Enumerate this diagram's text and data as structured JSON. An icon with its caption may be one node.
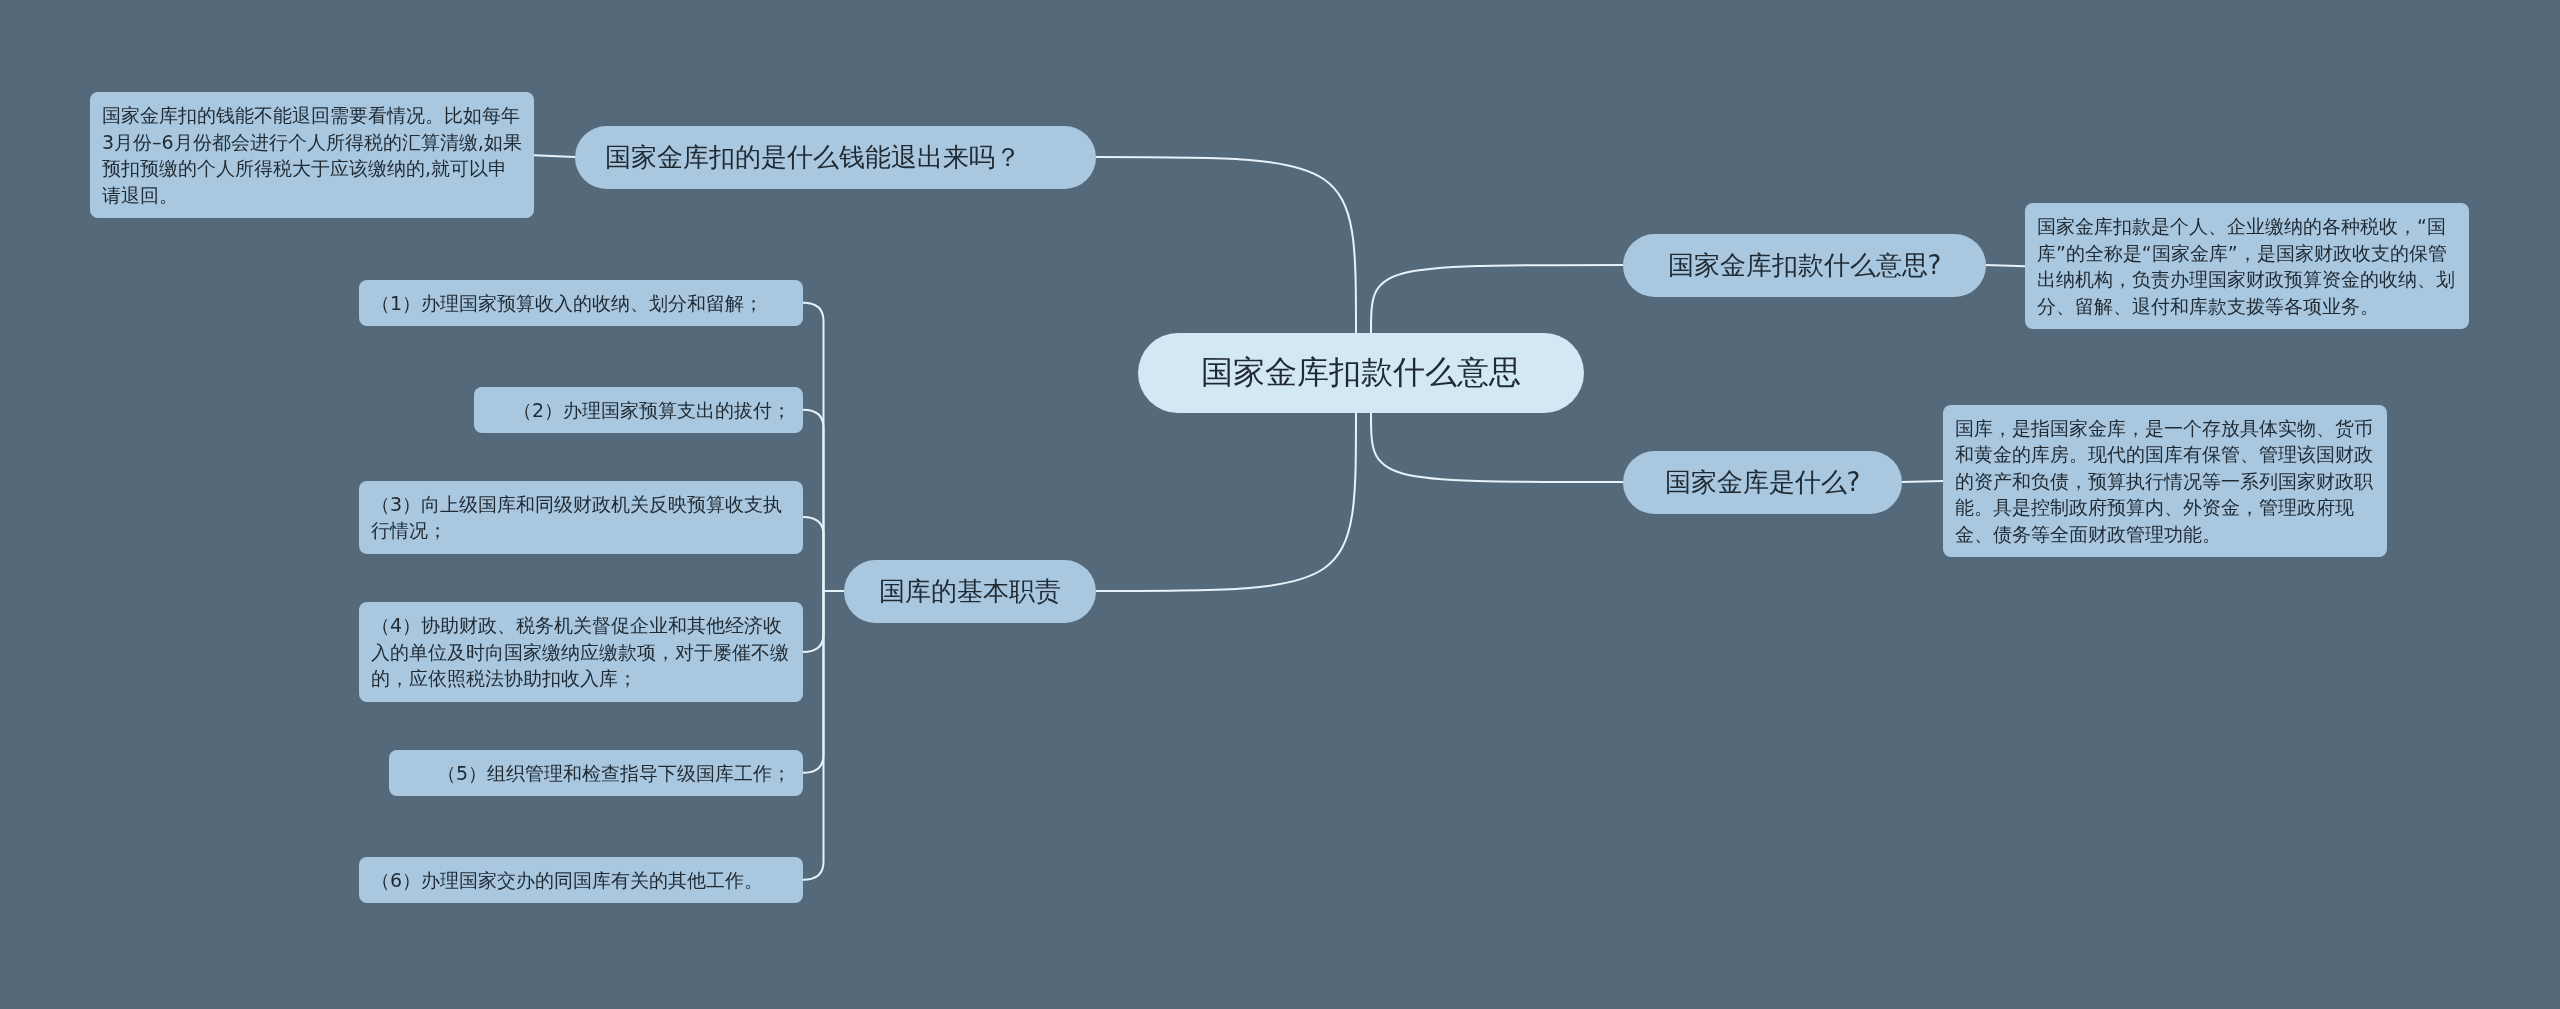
{
  "diagram": {
    "nodes": [
      {
        "text": [
          "国家金库扣款什么意思"
        ]
      },
      {
        "text": [
          "国家金库扣的是什么钱能退出来吗？"
        ]
      },
      {
        "text": [
          "国家金库扣的钱能不能退回需要看情况。比如每年3月份–6月份都会进行个人所得税的汇算清缴,如果预扣预缴的个人所得税大于应该缴纳的,就可以申请退回。"
        ]
      },
      {
        "text": [
          "国家金库扣款什么意思?"
        ]
      },
      {
        "text": [
          "国家金库扣款是个人、企业缴纳的各种税收，“国库”的全称是“国家金库”，是国家财政收支的保管出纳机构，负责办理国家财政预算资金的收纳、划分、留解、退付和库款支拨等各项业务。"
        ]
      },
      {
        "text": [
          "国家金库是什么?"
        ]
      },
      {
        "text": [
          "国库，是指国家金库，是一个存放具体实物、货币和黄金的库房。现代的国库有保管、管理该国财政的资产和负债，预算执行情况等一系列国家财政职能。具是控制政府预算内、外资金，管理政府现金、债务等全面财政管理功能。"
        ]
      },
      {
        "text": [
          "国库的基本职责"
        ]
      },
      {
        "text": [
          "（1）办理国家预算收入的收纳、划分和留解；"
        ]
      },
      {
        "text": [
          "（2）办理国家预算支出的拔付；"
        ]
      },
      {
        "text": [
          "（3）向上级国库和同级财政机关反映预算收支执行情况；"
        ]
      },
      {
        "text": [
          "（4）协助财政、税务机关督促企业和其他经济收入的单位及时向国家缴纳应缴款项，对于屡催不缴的，应依照税法协助扣收入库；"
        ]
      },
      {
        "text": [
          "（5）组织管理和检查指导下级国库工作；"
        ]
      },
      {
        "text": [
          "（6）办理国家交办的同国库有关的其他工作。"
        ]
      }
    ],
    "edges": [
      {
        "from": 0,
        "to": 1,
        "arrow": "none"
      },
      {
        "from": 1,
        "to": 2,
        "arrow": "none"
      },
      {
        "from": 0,
        "to": 3,
        "arrow": "none"
      },
      {
        "from": 3,
        "to": 4,
        "arrow": "none"
      },
      {
        "from": 0,
        "to": 5,
        "arrow": "none"
      },
      {
        "from": 5,
        "to": 6,
        "arrow": "none"
      },
      {
        "from": 0,
        "to": 7,
        "arrow": "none"
      },
      {
        "from": 7,
        "to": 8,
        "arrow": "none"
      },
      {
        "from": 7,
        "to": 9,
        "arrow": "none"
      },
      {
        "from": 7,
        "to": 10,
        "arrow": "none"
      },
      {
        "from": 7,
        "to": 11,
        "arrow": "none"
      },
      {
        "from": 7,
        "to": 12,
        "arrow": "none"
      },
      {
        "from": 7,
        "to": 13,
        "arrow": "none"
      }
    ]
  }
}
